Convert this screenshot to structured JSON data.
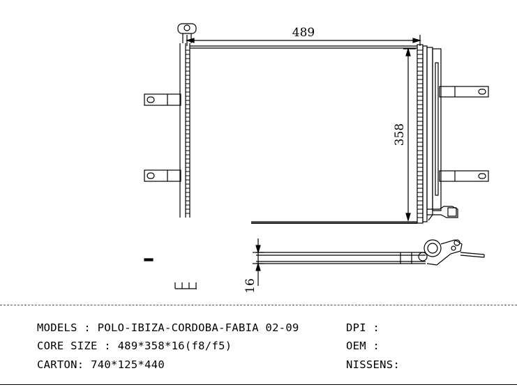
{
  "drawing": {
    "dim_width": "489",
    "dim_height": "358",
    "dim_depth": "16"
  },
  "specs": {
    "models": {
      "label": "MODELS",
      "sep": " : ",
      "value": "POLO-IBIZA-CORDOBA-FABIA 02-09"
    },
    "core_size": {
      "label": "CORE SIZE",
      "sep": " : ",
      "value": "489*358*16(f8/f5)"
    },
    "carton": {
      "label": "CARTON",
      "sep": ": ",
      "value": "740*125*440"
    }
  },
  "refs": {
    "dpi": {
      "label": "DPI",
      "sep": " :",
      "value": ""
    },
    "oem": {
      "label": "OEM",
      "sep": " :",
      "value": ""
    },
    "nissens": {
      "label": "NISSENS",
      "sep": ":",
      "value": ""
    }
  }
}
